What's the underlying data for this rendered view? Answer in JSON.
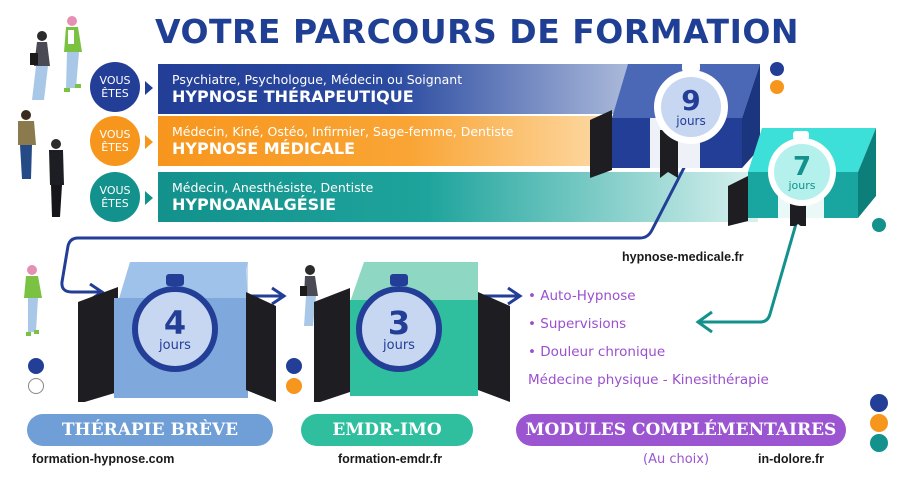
{
  "header": {
    "title": "VOTRE PARCOURS DE FORMATION"
  },
  "colors": {
    "navy": "#233e97",
    "orange": "#f7961d",
    "teal": "#13918c",
    "light_blue": "#6f9fd6",
    "mint": "#2fbf9f",
    "purple": "#9b55d0",
    "cyan": "#3de0d8"
  },
  "profiles": [
    {
      "badge_line1": "VOUS",
      "badge_line2": "ÊTES",
      "audience": "Psychiatre, Psychologue, Médecin ou Soignant",
      "course": "HYPNOSE THÉRAPEUTIQUE"
    },
    {
      "badge_line1": "VOUS",
      "badge_line2": "ÊTES",
      "audience": "Médecin, Kiné, Ostéo, Infirmier, Sage-femme, Dentiste",
      "course": "HYPNOSE MÉDICALE"
    },
    {
      "badge_line1": "VOUS",
      "badge_line2": "ÊTES",
      "audience": "Médecin, Anesthésiste, Dentiste",
      "course": "HYPNOANALGÉSIE"
    }
  ],
  "timers": {
    "nine": {
      "number": "9",
      "unit": "jours"
    },
    "seven": {
      "number": "7",
      "unit": "jours"
    },
    "four": {
      "number": "4",
      "unit": "jours"
    },
    "three": {
      "number": "3",
      "unit": "jours"
    }
  },
  "links": {
    "hypnose_medicale": "hypnose-medicale.fr",
    "formation_hypnose": "formation-hypnose.com",
    "formation_emdr": "formation-emdr.fr",
    "in_dolore": "in-dolore.fr"
  },
  "modules": {
    "items": [
      "• Auto-Hypnose",
      "• Supervisions",
      "• Douleur chronique"
    ],
    "extra": "Médecine physique - Kinesithérapie",
    "note": "(Au choix)"
  },
  "pills": {
    "therapie_breve": "THÉRAPIE BRÈVE",
    "emdr": "EMDR-IMO",
    "modules": "MODULES COMPLÉMENTAIRES"
  }
}
